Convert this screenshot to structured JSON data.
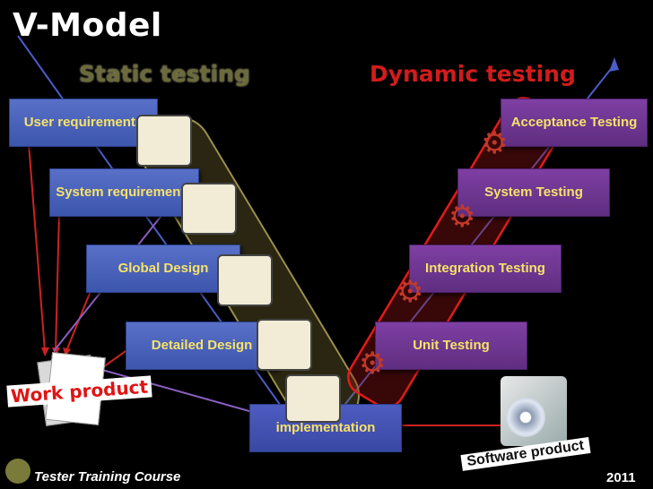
{
  "title": "V-Model",
  "static_label": "Static testing",
  "dynamic_label": "Dynamic testing",
  "left_boxes": [
    {
      "label": "User requirements"
    },
    {
      "label": "System requirements"
    },
    {
      "label": "Global Design"
    },
    {
      "label": "Detailed Design"
    }
  ],
  "bottom_box": {
    "label": "implementation"
  },
  "right_boxes": [
    {
      "label": "Acceptance Testing"
    },
    {
      "label": "System Testing"
    },
    {
      "label": "Integration Testing"
    },
    {
      "label": "Unit Testing"
    }
  ],
  "work_product": "Work product",
  "software_product": "Software product",
  "footer": "Tester Training Course",
  "year": "2011",
  "colors": {
    "box_left": "#4a63bd",
    "box_right": "#6e3596",
    "label_text": "#f6e26a",
    "static_color": "#6b6a3a",
    "dynamic_color": "#d21c1c"
  }
}
